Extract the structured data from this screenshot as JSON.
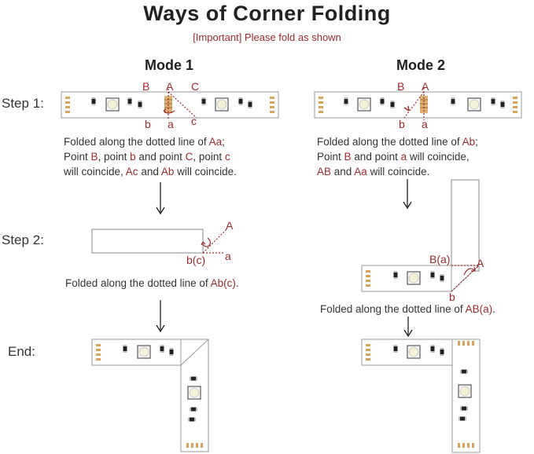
{
  "header": {
    "title": "Ways of Corner Folding",
    "subtitle": "[Important] Please fold as shown"
  },
  "modes": {
    "mode1": "Mode 1",
    "mode2": "Mode 2"
  },
  "steps": {
    "step1": "Step 1:",
    "step2": "Step 2:",
    "end": "End:"
  },
  "mode1": {
    "points": {
      "B": "B",
      "A": "A",
      "C": "C",
      "b": "b",
      "a": "a",
      "c": "c"
    },
    "desc": {
      "l1a": "Folded along the dotted line of ",
      "l1b": "Aa",
      "l1c": ";",
      "l2a": "Point ",
      "l2b": "B",
      "l2c": ", point ",
      "l2d": "b",
      "l2e": " and point ",
      "l2f": "C",
      "l2g": ", point ",
      "l2h": "c",
      "l3a": "will coincide, ",
      "l3b": "Ac",
      "l3c": " and ",
      "l3d": "Ab",
      "l3e": " will coincide."
    },
    "step2": {
      "A": "A",
      "bc": "b(c)",
      "a": "a"
    },
    "caption": {
      "a": "Folded along the dotted line of ",
      "b": "Ab(c)",
      "c": "."
    }
  },
  "mode2": {
    "points": {
      "B": "B",
      "A": "A",
      "b": "b",
      "a": "a"
    },
    "desc": {
      "l1a": "Folded along the dotted line of ",
      "l1b": "Ab",
      "l1c": ";",
      "l2a": "Point ",
      "l2b": "B",
      "l2c": " and point ",
      "l2d": "a",
      "l2e": " will coincide,",
      "l3a": "AB",
      "l3b": " and ",
      "l3c": "Aa",
      "l3d": " will coincide."
    },
    "step2": {
      "Ba": "B(a)",
      "A": "A",
      "b": "b"
    },
    "caption": {
      "a": "Folded along the dotted line of ",
      "b": "AB(a)",
      "c": "."
    }
  },
  "colors": {
    "accent": "#9e2a2b",
    "pad": "#d9a25a",
    "strip_border": "#999999"
  }
}
